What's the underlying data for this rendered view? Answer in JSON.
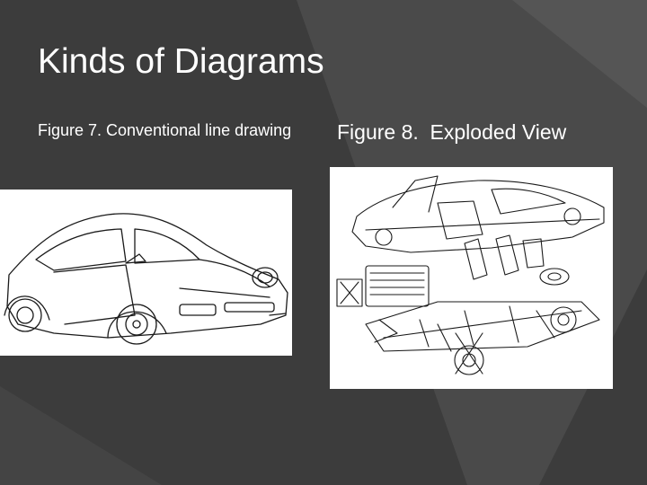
{
  "slide": {
    "title": "Kinds of Diagrams",
    "left_caption": "Figure 7. Conventional line drawing",
    "right_caption": "Figure 8.  Exploded View"
  },
  "figures": {
    "left_icon": "car-line-drawing",
    "right_icon": "car-exploded-view-drawing"
  },
  "colors": {
    "background": "#3c3c3c",
    "background_accent": "#4b4b4b",
    "text": "#ffffff",
    "figure_background": "#ffffff",
    "line_art": "#1a1a1a"
  }
}
